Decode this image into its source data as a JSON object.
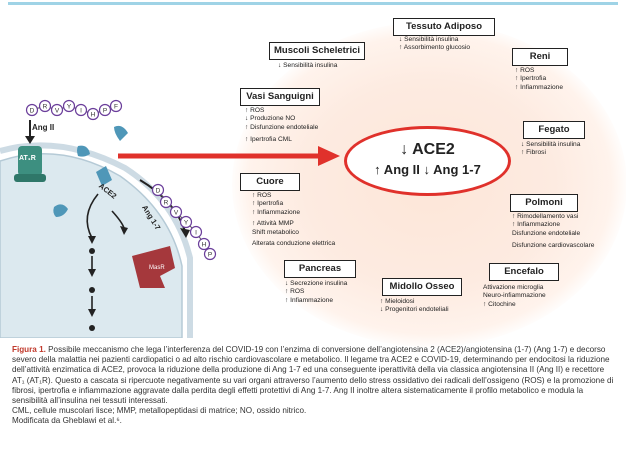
{
  "center": {
    "line1": "↓ ACE2",
    "line2": "↑ Ang II  ↓ Ang 1-7"
  },
  "cell": {
    "ang_ii_label": "Ang II",
    "at1r_label": "AT₁R",
    "ace2_label": "ACE2",
    "ang17_label": "Ang 1-7",
    "masr_label": "MasR",
    "top_peptide": [
      "D",
      "R",
      "V",
      "Y",
      "I",
      "H",
      "P",
      "F"
    ],
    "side_peptide": [
      "D",
      "R",
      "V",
      "Y",
      "I",
      "H",
      "P"
    ]
  },
  "organs": [
    {
      "id": "tessuto-adiposo",
      "title": "Tessuto Adiposo",
      "effects": [
        "↓ Sensibilità insulina",
        "↑ Assorbimento glucosio"
      ]
    },
    {
      "id": "muscoli-scheletrici",
      "title": "Muscoli Scheletrici",
      "effects": [
        "↓ Sensibilità insulina"
      ]
    },
    {
      "id": "reni",
      "title": "Reni",
      "effects": [
        "↑ ROS",
        "↑ Ipertrofia",
        "↑ Infiammazione"
      ]
    },
    {
      "id": "vasi-sanguigni",
      "title": "Vasi Sanguigni",
      "effects": [
        "↑ ROS",
        "↓ Produzione NO",
        "↑ Disfunzione endoteliale",
        "",
        "↑ Ipertrofia CML"
      ]
    },
    {
      "id": "fegato",
      "title": "Fegato",
      "effects": [
        "↓ Sensibilità insulina",
        "↑ Fibrosi"
      ]
    },
    {
      "id": "cuore",
      "title": "Cuore",
      "effects": [
        "↑ ROS",
        "↑ Ipertrofia",
        "↑ Infiammazione",
        "",
        "↑ Attività MMP",
        "Shift metabolico",
        "",
        "Alterata conduzione elettrica"
      ]
    },
    {
      "id": "polmoni",
      "title": "Polmoni",
      "effects": [
        "↑ Rimodellamento vasi",
        "↑ Infiammazione",
        "Disfunzione endoteliale",
        "",
        "Disfunzione cardiovascolare"
      ]
    },
    {
      "id": "pancreas",
      "title": "Pancreas",
      "effects": [
        "↓ Secrezione insulina",
        "↑ ROS",
        "↑ Infiammazione"
      ]
    },
    {
      "id": "encefalo",
      "title": "Encefalo",
      "effects": [
        "Attivazione microglia",
        "Neuro-infiammazione",
        "↑ Citochine"
      ]
    },
    {
      "id": "midollo-osseo",
      "title": "Midollo Osseo",
      "effects": [
        "↑ Mieloidosi",
        "↓ Progenitori endoteliali"
      ]
    }
  ],
  "caption": {
    "figure_label": "Figura 1.",
    "text": "Possibile meccanismo che lega l’interferenza del COVID-19 con l’enzima di conversione dell’angiotensina 2 (ACE2)/angiotensina (1-7) (Ang 1-7) e decorso severo della malattia nei pazienti cardiopatici o ad alto rischio cardiovascolare e metabolico. Il legame tra ACE2 e COVID-19, determinando per endocitosi la riduzione dell’attività enzimatica di ACE2, provoca la riduzione della produzione di Ang 1-7 ed una conseguente iperattività della via classica angiotensina II (Ang II) e recettore AT₁ (AT₁R). Questo a cascata si ripercuote negativamente su vari organi attraverso l’aumento dello stress ossidativo dei radicali dell’ossigeno (ROS) e la promozione di fibrosi, ipertrofia e infiammazione aggravate dalla perdita degli effetti protettivi di Ang 1-7. Ang II inoltre altera sistematicamente il profilo metabolico e modula la sensibilità all’insulina nei tessuti interessati.",
    "abbrev": "CML, cellule muscolari lisce; MMP, metallopeptidasi di matrice; NO, ossido nitrico.",
    "source": "Modificata da Gheblawi et al.⁶."
  },
  "colors": {
    "ring": "#e0312b",
    "arrow": "#e0312b",
    "cell_fill": "#dce9ef",
    "receptor": "#3d8f80",
    "virus": "#4f97b8",
    "masr": "#a5383c"
  }
}
